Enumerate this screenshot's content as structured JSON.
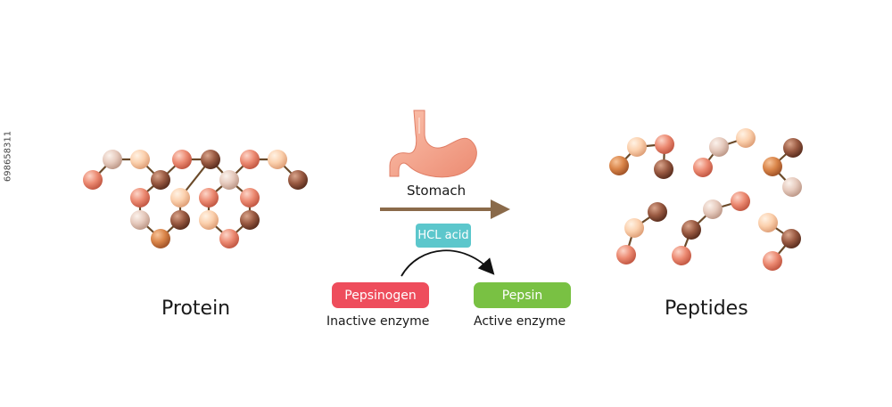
{
  "labels": {
    "protein": "Protein",
    "peptides": "Peptides",
    "stomach": "Stomach",
    "hcl": "HCL acid",
    "pepsinogen": "Pepsinogen",
    "pepsin": "Pepsin",
    "inactive": "Inactive enzyme",
    "active": "Active enzyme",
    "stock_id": "698658311"
  },
  "colors": {
    "pepsinogen": "#ee4d5c",
    "pepsin": "#79c143",
    "hcl": "#5cc7cc",
    "arrow": "#8a6a4a",
    "bond": "#6b4a2a",
    "stomach": "#f4a38c"
  },
  "icons": [
    "stomach-icon"
  ]
}
